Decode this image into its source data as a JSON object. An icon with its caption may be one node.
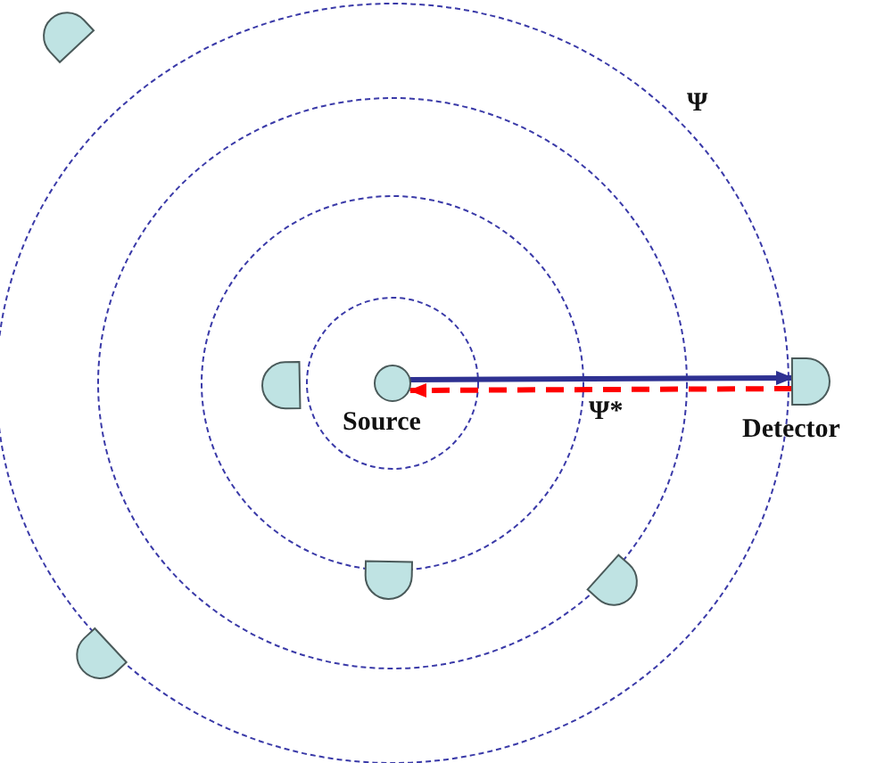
{
  "diagram": {
    "nodes": [
      {
        "text": [],
        "shape": "semicircle"
      },
      {
        "text": [],
        "shape": "semicircle"
      },
      {
        "text": [
          "Source"
        ]
      },
      {
        "text": [
          "Detector"
        ]
      },
      {
        "text": [],
        "shape": "semicircle"
      },
      {
        "text": [],
        "shape": "semicircle"
      },
      {
        "text": [],
        "shape": "semicircle"
      }
    ],
    "edges": [
      {
        "from": 2,
        "to": 3,
        "arrow": "to",
        "color": "#2e3192"
      },
      {
        "from": 3,
        "to": 2,
        "arrow": "to",
        "style": "dashed",
        "color": "#ff0000",
        "label": "Ψ*"
      }
    ],
    "labels": [
      "Ψ"
    ]
  }
}
